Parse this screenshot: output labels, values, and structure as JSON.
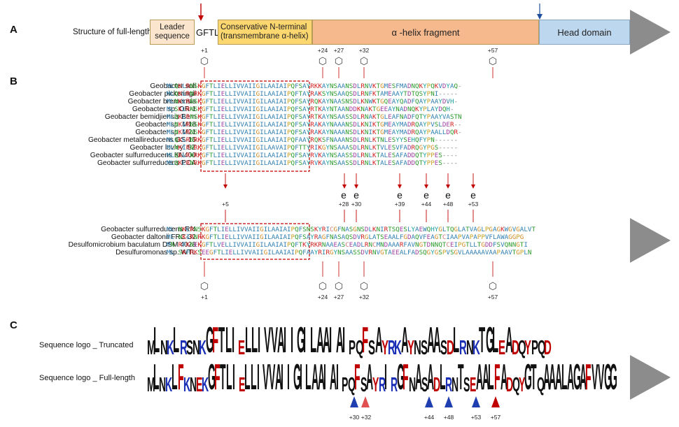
{
  "panels": {
    "a": "A",
    "b": "B",
    "c": "C"
  },
  "structure": {
    "label": "Structure of full-length",
    "leader": "Leader sequence",
    "gftl": "GFTL",
    "nterm": "Conservative N-terminal (transmembrane α-helix)",
    "helix": "α -helix fragment",
    "head": "Head domain"
  },
  "colors": {
    "leader": "#fbe5cd",
    "nterm": "#fcd66f",
    "helix": "#f6b88d",
    "head": "#bdd7ee",
    "arrow": "#8c8c8c",
    "red_marker": "#c00000",
    "blue_marker": "#1f4e9c"
  },
  "positions_top": [
    "+1",
    "+24",
    "+27",
    "+32",
    "+57"
  ],
  "positions_mid": [
    "+5",
    "+28",
    "+30",
    "+39",
    "+44",
    "+48",
    "+53"
  ],
  "positions_bottom": [
    "+1",
    "+24",
    "+27",
    "+32",
    "+57"
  ],
  "benzene_icon": "⬡",
  "e_symbol": "e",
  "group1": [
    {
      "name": "Geobacter soli",
      "seq": "MLQKLRNSKGFTLIELLIVVAIIGILAAIAIPQFSAYRKKAYNSAANSDLRNVKTGMESFMADNQKYPQKVDYAQ-"
    },
    {
      "name": "Geobacter pickeringii",
      "seq": "MLQKLRNRKGFTLIELLIVVAIIGILAAIAIPQFTAYRAKSYNSAAQSDLRNFKTAMEAAYTDTQSYPNI-----"
    },
    {
      "name": "Geobacter bremensis",
      "seq": "MLNKLRNSKGFTLIELLIVVAIIGILAAIAIPQFSAYRQKAYNAASNSDLKNWKTGQEAYQADFQAYPAAYDVH-"
    },
    {
      "name": "Geobacter sp. OR-1",
      "seq": "MLSKLRNSKGFTLIELLIVVAIIGILAAIAIPQFSAYRTKAYNTAANDDKNAKTGEEAYNADNQKYPLAYDQH-"
    },
    {
      "name": "Geobacter bemidjiensis Bem",
      "seq": "MLQKLRNSKGFTLIELLIVVAIIGILAAIAIPQFSAYRTKAYNSAASSDLRNAKTGLEAFNADFQTYPAAYVASTN"
    },
    {
      "name": "Geobacter sp. M18",
      "seq": "MLNKIRNSKGFTLIELLIVVAIIGILAAIAIPQFSAYRAKAYNAAANSDLKNIKTGMEAYMADRQAYPVSLDER--"
    },
    {
      "name": "Geobacter sp. M21",
      "seq": "MLNKIRNSKGFTLIELLIVVAIIGILAAIAIPQFSAYRAKAYNAAANSDLKNIKTGMEAYMADRQAYPAALLDQR-"
    },
    {
      "name": "Geobacter metallireducens GS-15",
      "seq": "MLQKLRNRKGFTLIELLIVVAIIGILAAIAIPQFAAYRQKSFNAAANSDLRNLKTNLESYYSEHQFYPN------"
    },
    {
      "name": "Geobacter lovleyi SZ",
      "seq": "MLNKIRNRKGFTLIELLIVVAIIGILAAVAIPQFTTYRIKGYNSAAASDLRNLKTVLESVFADRQGYPGS-----"
    },
    {
      "name": "Geobacter sulfurreducens KN400",
      "seq": "MLQKLRNRKGFTLIELLIVVAIIGILAAIAIPQFSAYRVKAYNSAASSDLRNLKTALESAFADDQTYPPES----"
    },
    {
      "name": "Geobacter sulfurreducens PCA",
      "seq": "MLQKLRNRKGFTLIELLIVVAIIGILAAIAIPQFSAYRVKAYNSAASSDLRNLKTALESAFADDQTYPPES----"
    }
  ],
  "group2": [
    {
      "name": "Geobacter sulfurreducens Rf4",
      "seq": "ML-NKLRNSKGFTLIELLIVVAIIGILAAIAIPQFSNSKYRICGFNASGNSDLKNIRTSQESLYAEWQHYGLTQGLATVAGLPGAGKWGVGALVT"
    },
    {
      "name": "Geobacter daltonii FRC-32",
      "seq": "ML-NKIRNRKGFTLIELLIVVAIIGILAAIAIPQFSAYRAGFNASAQSDVRGLATSEAALFGDAQVFEAGTCIAAPVAPAPPVFLAWAGGPG"
    },
    {
      "name": "Desulfomicrobium baculatum DSM 4028",
      "seq": "MN-RFKNEKGFTLVELLIVVAIIGILAAIAIPQFTKYRKRNAAEASCEADLRNCMNDAAARFAVNGTDNNQTCEIPGTLLTGDDFSVQNNGTI"
    },
    {
      "name": "Desulfuromonas sp. WTL",
      "seq": "ML-SKFRKSEEGFTLIELLIVVAIIGILAAIAIPQFAAYRIRGYNSAASSDVRNVGTAEEALFADSQGYGSPVSGVLAAAAAVAAPAAVTGPLN"
    }
  ],
  "logo": {
    "truncated_label": "Sequence logo _ Truncated",
    "full_label": "Sequence logo _ Full-length",
    "truncated_seq": "MLNKLRSNKGFTLIELLIVVAIIGILAAIAIPQFSAYRKAYNSAASDLRNKTGLEADQYPQD",
    "full_seq": "MLNKLFKNEKGFTLIELLIVVAIIGILAAIAIPQFSAYRIRGFNASADLRNTSEAALFADQYGTQAAALAGAFVVGG"
  },
  "logo_markers": [
    "+30",
    "+32",
    "+44",
    "+48",
    "+53",
    "+57"
  ]
}
